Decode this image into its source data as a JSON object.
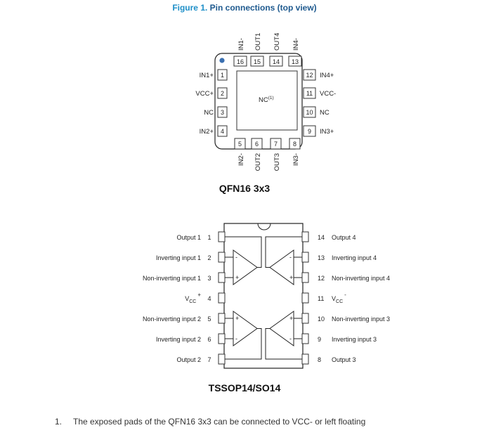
{
  "figure": {
    "number": "Figure 1.",
    "title": "Pin connections (top view)",
    "accent_color": "#1e8fc8"
  },
  "qfn": {
    "label": "QFN16 3x3",
    "center_label": "NC",
    "center_sup": "(1)",
    "pin1_dot_color": "#3a6fb0",
    "left_pins": [
      {
        "num": "1",
        "name": "IN1+"
      },
      {
        "num": "2",
        "name": "VCC+"
      },
      {
        "num": "3",
        "name": "NC"
      },
      {
        "num": "4",
        "name": "IN2+"
      }
    ],
    "right_pins": [
      {
        "num": "12",
        "name": "IN4+"
      },
      {
        "num": "11",
        "name": "VCC-"
      },
      {
        "num": "10",
        "name": "NC"
      },
      {
        "num": "9",
        "name": "IN3+"
      }
    ],
    "top_pins": [
      {
        "num": "16",
        "name": "IN1-"
      },
      {
        "num": "15",
        "name": "OUT1"
      },
      {
        "num": "14",
        "name": "OUT4"
      },
      {
        "num": "13",
        "name": "IN4-"
      }
    ],
    "bottom_pins": [
      {
        "num": "5",
        "name": "IN2-"
      },
      {
        "num": "6",
        "name": "OUT2"
      },
      {
        "num": "7",
        "name": "OUT3"
      },
      {
        "num": "8",
        "name": "IN3-"
      }
    ]
  },
  "tssop": {
    "label": "TSSOP14/SO14",
    "left_pins": [
      {
        "num": "1",
        "name": "Output 1"
      },
      {
        "num": "2",
        "name": "Inverting input 1"
      },
      {
        "num": "3",
        "name": "Non-inverting input 1"
      },
      {
        "num": "4",
        "name": "V",
        "sub": "CC",
        "sup": "+"
      },
      {
        "num": "5",
        "name": "Non-inverting input 2"
      },
      {
        "num": "6",
        "name": "Inverting input 2"
      },
      {
        "num": "7",
        "name": "Output 2"
      }
    ],
    "right_pins": [
      {
        "num": "14",
        "name": "Output 4"
      },
      {
        "num": "13",
        "name": "Inverting input 4"
      },
      {
        "num": "12",
        "name": "Non-inverting input 4"
      },
      {
        "num": "11",
        "name": "V",
        "sub": "CC",
        "sup": "-"
      },
      {
        "num": "10",
        "name": "Non-inverting input 3"
      },
      {
        "num": "9",
        "name": "Inverting input 3"
      },
      {
        "num": "8",
        "name": "Output 3"
      }
    ],
    "opamp_signs": {
      "minus": "-",
      "plus": "+"
    }
  },
  "footnote": {
    "number": "1.",
    "text": "The exposed pads of the QFN16 3x3 can be connected to VCC- or left floating"
  }
}
